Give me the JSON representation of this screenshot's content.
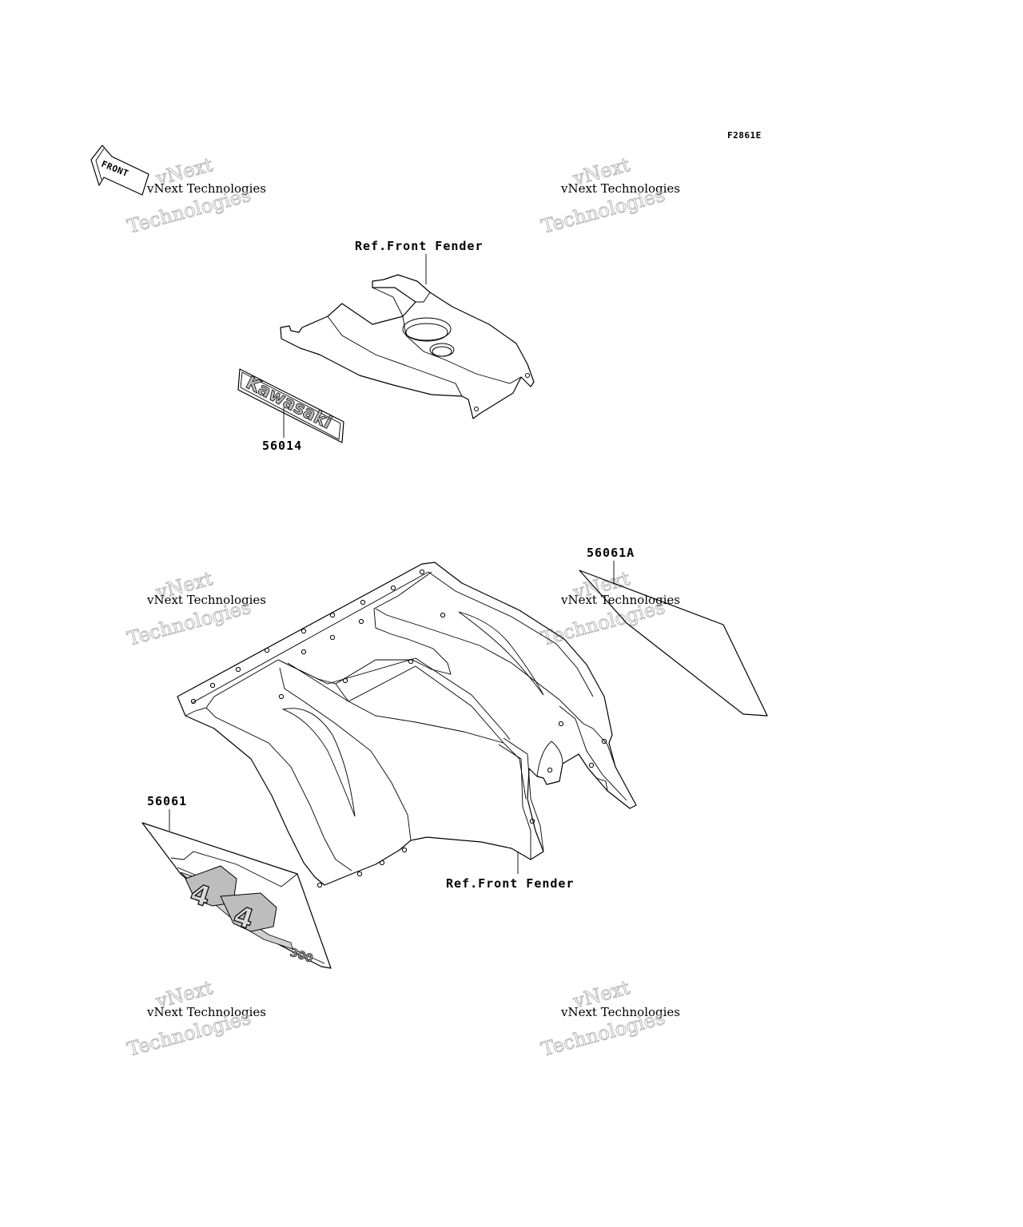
{
  "figure_code": "F2861E",
  "front_label": "FRONT",
  "watermark": {
    "line1": "vNext Technologies",
    "big_top": "vNext",
    "big_bottom": "Technologies"
  },
  "labels": {
    "ref_front_fender_top": "Ref.Front Fender",
    "ref_front_fender_bottom": "Ref.Front Fender",
    "part_56014": "56014",
    "part_56061a": "56061A",
    "part_56061": "56061"
  },
  "decal_texts": {
    "kawasaki": "Kawasaki",
    "four": "4",
    "four_b": "4",
    "displacement": "300"
  }
}
